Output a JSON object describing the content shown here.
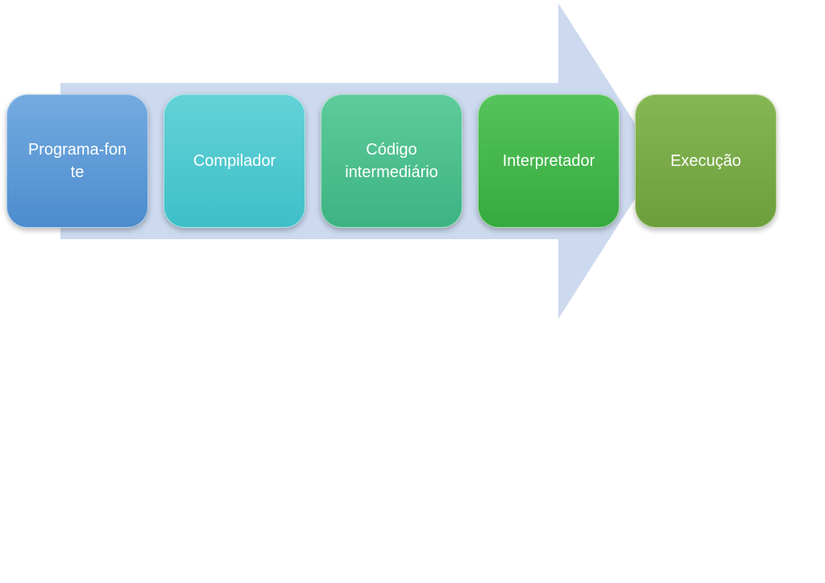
{
  "diagram": {
    "type": "process-flow",
    "background_arrow": {
      "shape": "right-block-arrow",
      "color": "#ccd9ee"
    },
    "text_color": "#ffffff",
    "steps": [
      {
        "label": "Programa-fon\nte",
        "color_top": "#74abe0",
        "color_bottom": "#4c8cce"
      },
      {
        "label": "Compilador",
        "color_top": "#62d2d6",
        "color_bottom": "#3fbfc9"
      },
      {
        "label": "Código\nintermediário",
        "color_top": "#5ecb9b",
        "color_bottom": "#3db383"
      },
      {
        "label": "Interpretador",
        "color_top": "#55c45a",
        "color_bottom": "#35a93f"
      },
      {
        "label": "Execução",
        "color_top": "#87b755",
        "color_bottom": "#6d9e3c"
      }
    ]
  }
}
